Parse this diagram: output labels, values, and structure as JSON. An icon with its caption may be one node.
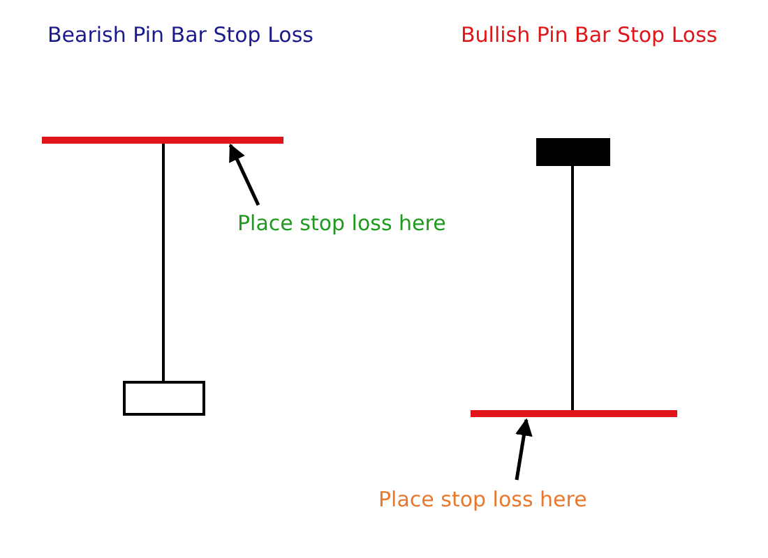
{
  "diagram": {
    "nodes": [
      {
        "text": [],
        "shape": "bar"
      },
      {
        "text": [
          "Place stop loss here"
        ]
      },
      {
        "text": [],
        "shape": "bar"
      },
      {
        "text": [
          "Place stop loss here"
        ]
      }
    ],
    "edges": [
      {
        "from": 1,
        "to": 0,
        "arrow": "to"
      },
      {
        "from": 3,
        "to": 2,
        "arrow": "to"
      }
    ],
    "labels": [
      "Bearish Pin Bar Stop Loss",
      "Bullish Pin Bar Stop Loss"
    ]
  }
}
